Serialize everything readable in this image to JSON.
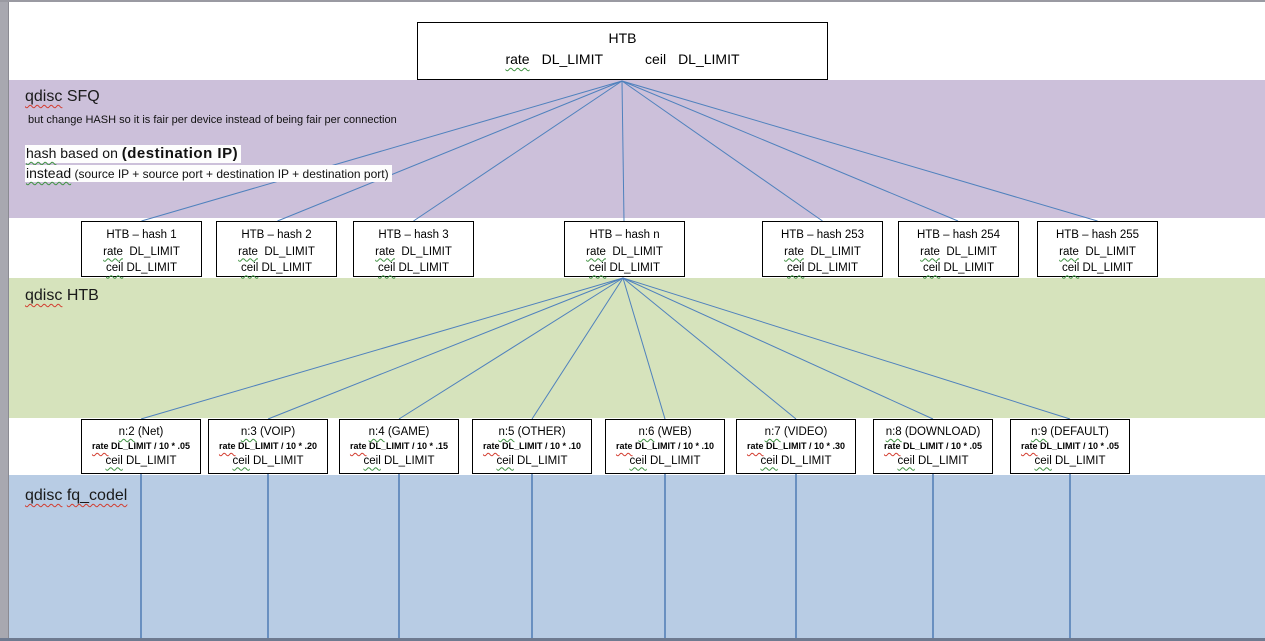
{
  "diagram": {
    "root": {
      "title": "HTB",
      "rate_label": "rate",
      "rate_value": "DL_LIMIT",
      "ceil_label": "ceil",
      "ceil_value": "DL_LIMIT"
    },
    "bands": {
      "sfq": {
        "qdisc_word": "qdisc",
        "name": "SFQ",
        "note": "but change HASH so it is fair per device instead of being fair per connection",
        "hash_word": "hash",
        "hash_mid": " based on ",
        "hash_bold": "(destination IP)",
        "instead_word": "instead",
        "instead_rest": " (source IP + source port + destination IP + destination port)",
        "color": "#ccc0da"
      },
      "htb": {
        "qdisc_word": "qdisc",
        "name": "HTB",
        "color": "#d6e3bc"
      },
      "fq_codel": {
        "qdisc_word": "qdisc",
        "name": "fq_codel",
        "color": "#b8cce4"
      }
    },
    "hash_nodes": [
      {
        "title": "HTB – hash 1",
        "rate_label": "rate",
        "rate_value": "DL_LIMIT",
        "ceil_label": "ceil",
        "ceil_value": "DL_LIMIT"
      },
      {
        "title": "HTB – hash 2",
        "rate_label": "rate",
        "rate_value": "DL_LIMIT",
        "ceil_label": "ceil",
        "ceil_value": "DL_LIMIT"
      },
      {
        "title": "HTB – hash 3",
        "rate_label": "rate",
        "rate_value": "DL_LIMIT",
        "ceil_label": "ceil",
        "ceil_value": "DL_LIMIT"
      },
      {
        "title": "HTB – hash n",
        "rate_label": "rate",
        "rate_value": "DL_LIMIT",
        "ceil_label": "ceil",
        "ceil_value": "DL_LIMIT"
      },
      {
        "title": "HTB – hash 253",
        "rate_label": "rate",
        "rate_value": "DL_LIMIT",
        "ceil_label": "ceil",
        "ceil_value": "DL_LIMIT"
      },
      {
        "title": "HTB – hash 254",
        "rate_label": "rate",
        "rate_value": "DL_LIMIT",
        "ceil_label": "ceil",
        "ceil_value": "DL_LIMIT"
      },
      {
        "title": "HTB – hash 255",
        "rate_label": "rate",
        "rate_value": "DL_LIMIT",
        "ceil_label": "ceil",
        "ceil_value": "DL_LIMIT"
      }
    ],
    "class_nodes": [
      {
        "id": "n:2",
        "label": " (Net)",
        "rate_label": "rate",
        "rate_value": "DL_LIMIT / 10 * .05",
        "ceil_label": "ceil",
        "ceil_value": "DL_LIMIT"
      },
      {
        "id": "n:3",
        "label": " (VOIP)",
        "rate_label": "rate",
        "rate_value": "DL_LIMIT / 10 * .20",
        "ceil_label": "ceil",
        "ceil_value": "DL_LIMIT"
      },
      {
        "id": "n:4",
        "label": " (GAME)",
        "rate_label": "rate",
        "rate_value": "DL_LIMIT / 10 * .15",
        "ceil_label": "ceil",
        "ceil_value": "DL_LIMIT"
      },
      {
        "id": "n:5",
        "label": " (OTHER)",
        "rate_label": "rate",
        "rate_value": "DL_LIMIT / 10 * .10",
        "ceil_label": "ceil",
        "ceil_value": "DL_LIMIT"
      },
      {
        "id": "n:6",
        "label": " (WEB)",
        "rate_label": "rate",
        "rate_value": "DL_LIMIT / 10 * .10",
        "ceil_label": "ceil",
        "ceil_value": "DL_LIMIT"
      },
      {
        "id": "n:7",
        "label": " (VIDEO)",
        "rate_label": "rate",
        "rate_value": "DL_LIMIT / 10 * .30",
        "ceil_label": "ceil",
        "ceil_value": "DL_LIMIT"
      },
      {
        "id": "n:8",
        "label": " (DOWNLOAD)",
        "rate_label": "rate",
        "rate_value": "DL_LIMIT / 10 * .05",
        "ceil_label": "ceil",
        "ceil_value": "DL_LIMIT"
      },
      {
        "id": "n:9",
        "label": " (DEFAULT)",
        "rate_label": "rate",
        "rate_value": "DL_LIMIT / 10 * .05",
        "ceil_label": "ceil",
        "ceil_value": "DL_LIMIT"
      }
    ],
    "line_color": "#4f81bd"
  }
}
